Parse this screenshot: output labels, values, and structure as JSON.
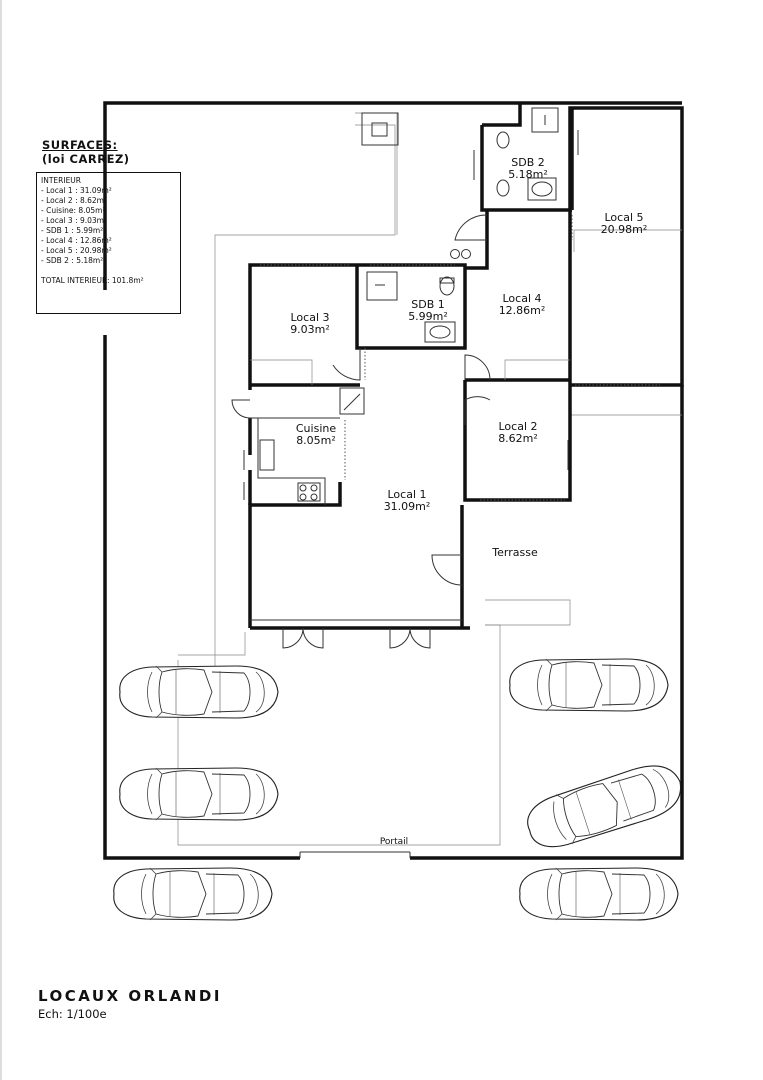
{
  "surfaces": {
    "title": "SURFACES:",
    "subtitle": "(loi CARREZ)",
    "section": "INTERIEUR",
    "items": [
      "- Local 1 : 31.09m²",
      "- Local 2 : 8.62m²",
      "- Cuisine: 8.05m²",
      "- Local 3 : 9.03m²",
      "- SDB 1 : 5.99m²",
      "- Local 4 : 12.86m²",
      "- Local 5 : 20.98m²",
      "- SDB 2 : 5.18m²"
    ],
    "total": "TOTAL INTERIEUR: 101.8m²"
  },
  "rooms": {
    "local1": {
      "name": "Local 1",
      "area": "31.09m²"
    },
    "local2": {
      "name": "Local 2",
      "area": "8.62m²"
    },
    "local3": {
      "name": "Local 3",
      "area": "9.03m²"
    },
    "local4": {
      "name": "Local 4",
      "area": "12.86m²"
    },
    "local5": {
      "name": "Local 5",
      "area": "20.98m²"
    },
    "cuisine": {
      "name": "Cuisine",
      "area": "8.05m²"
    },
    "sdb1": {
      "name": "SDB 1",
      "area": "5.99m²"
    },
    "sdb2": {
      "name": "SDB 2",
      "area": "5.18m²"
    },
    "terrasse": {
      "name": "Terrasse"
    }
  },
  "portail": "Portail",
  "footer": {
    "title": "LOCAUX ORLANDI",
    "scale": "Ech: 1/100e"
  }
}
